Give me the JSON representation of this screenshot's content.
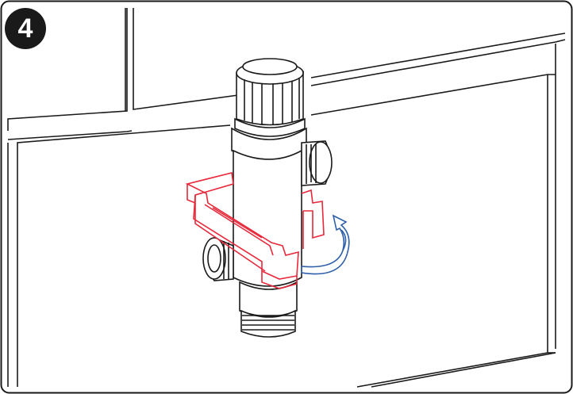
{
  "step": {
    "number": "4"
  },
  "colors": {
    "line": "#1a1a1a",
    "clip": "#e8283a",
    "rotation_arrow": "#2f5fa8",
    "background": "#ffffff"
  },
  "icons": {
    "step_badge": "step-number-circle",
    "rotation": "curved-rotation-arrow"
  }
}
